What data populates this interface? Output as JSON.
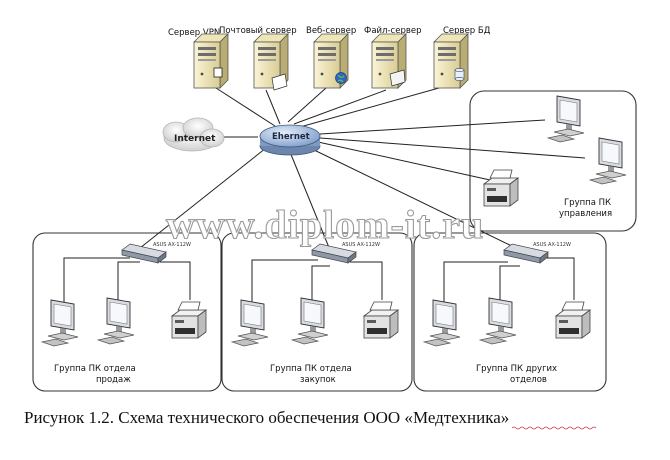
{
  "servers": [
    {
      "label": "Сервер VPN",
      "icon": "server-vpn-icon"
    },
    {
      "label": "Почтовый сервер",
      "icon": "mail-server-icon"
    },
    {
      "label": "Веб-сервер",
      "icon": "web-server-icon"
    },
    {
      "label": "Файл-сервер",
      "icon": "file-server-icon"
    },
    {
      "label": "Сервер БД",
      "icon": "db-server-icon"
    }
  ],
  "hub": {
    "label": "Ehernet"
  },
  "cloud": {
    "label": "Internet"
  },
  "groups": [
    {
      "line1": "Группа ПК",
      "line2": "управления"
    },
    {
      "line1": "Группа ПК отдела",
      "line2": "продаж",
      "switch_label": "ASUS AX-112W"
    },
    {
      "line1": "Группа ПК отдела",
      "line2": "закупок",
      "switch_label": "ASUS AX-112W"
    },
    {
      "line1": "Группа ПК других",
      "line2": "отделов",
      "switch_label": "ASUS AX-112W"
    }
  ],
  "watermark": "www.diplom-it.ru",
  "caption": {
    "prefix": "Рисунок 1.2. Схема технического обеспечения ООО «",
    "company": "Медтехника",
    "suffix": "»"
  }
}
